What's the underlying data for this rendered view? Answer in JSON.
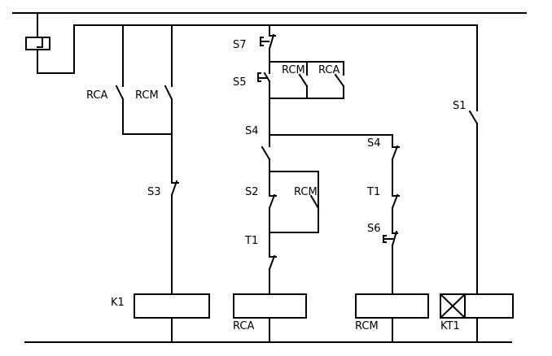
{
  "labels": {
    "rca_top": "RCA",
    "rcm_top": "RCM",
    "s7": "S7",
    "s5": "S5",
    "rcm_s5": "RCM",
    "rca_s5": "RCA",
    "s1": "S1",
    "s4_left": "S4",
    "s4_right": "S4",
    "s3": "S3",
    "s2": "S2",
    "rcm_s2": "RCM",
    "t1_right": "T1",
    "s6": "S6",
    "t1_left": "T1",
    "k1": "K1",
    "rca_coil": "RCA",
    "rcm_coil": "RCM",
    "kt1": "KT1"
  }
}
